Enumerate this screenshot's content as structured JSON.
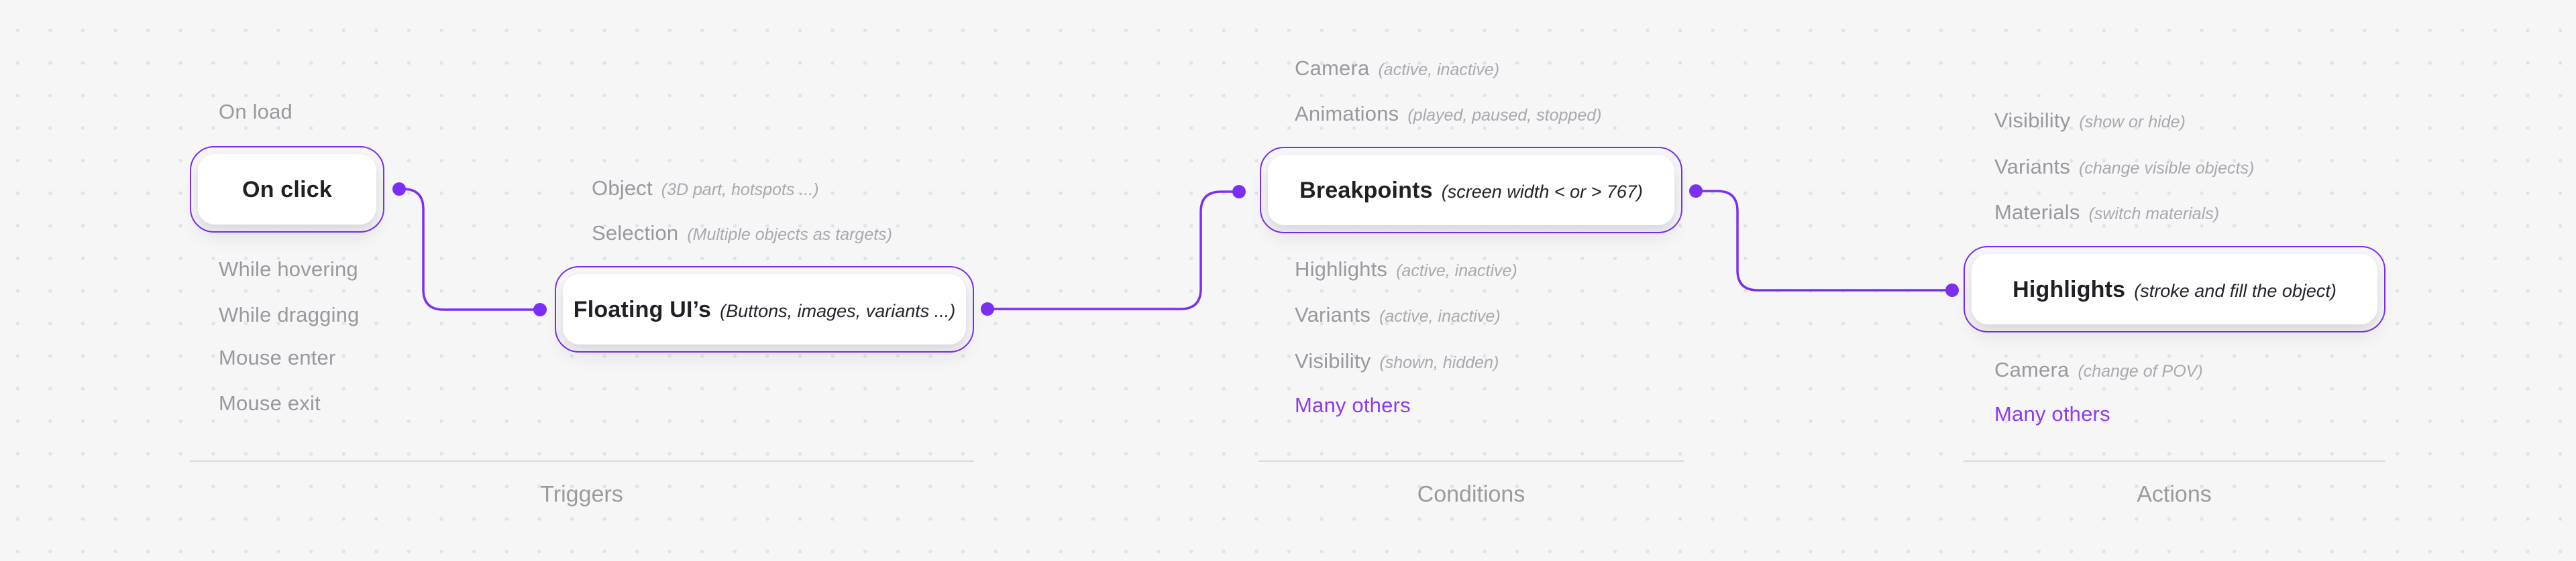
{
  "palette": {
    "background": "#f6f6f7",
    "grid_dot": "#e3e3e7",
    "accent": "#7b2ff2",
    "accent_text": "#8b3bf3",
    "muted_text": "#98989f",
    "muted_sub_text": "#a8a8af",
    "dark_text": "#1f1f24",
    "node_fill": "#ffffff",
    "divider": "#dbdbde"
  },
  "lists": {
    "trigger_events": [
      {
        "label": "On load"
      },
      {
        "label": "While hovering"
      },
      {
        "label": "While dragging"
      },
      {
        "label": "Mouse enter"
      },
      {
        "label": "Mouse exit"
      }
    ],
    "trigger_sources": [
      {
        "label": "Object",
        "sub": "(3D part, hotspots ...)"
      },
      {
        "label": "Selection",
        "sub": "(Multiple objects as targets)"
      }
    ],
    "conditions": [
      {
        "label": "Camera",
        "sub": "(active, inactive)"
      },
      {
        "label": "Animations",
        "sub": "(played, paused, stopped)"
      },
      {
        "label": "Highlights",
        "sub": "(active, inactive)"
      },
      {
        "label": "Variants",
        "sub": "(active, inactive)"
      },
      {
        "label": "Visibility",
        "sub": "(shown, hidden)"
      },
      {
        "label": "Many others"
      }
    ],
    "actions": [
      {
        "label": "Visibility",
        "sub": "(show or hide)"
      },
      {
        "label": "Variants",
        "sub": "(change visible objects)"
      },
      {
        "label": "Materials",
        "sub": "(switch materials)"
      },
      {
        "label": "Camera",
        "sub": "(change of POV)"
      },
      {
        "label": "Many others"
      }
    ]
  },
  "nodes": {
    "on_click": {
      "label": "On click"
    },
    "floating_uis": {
      "label": "Floating UI’s",
      "sub": "(Buttons, images, variants ...)"
    },
    "breakpoints": {
      "label": "Breakpoints",
      "sub": "(screen width < or > 767)"
    },
    "highlights": {
      "label": "Highlights",
      "sub": "(stroke and fill the object)"
    }
  },
  "connections": [
    {
      "from": "On click",
      "to": "Floating UI’s"
    },
    {
      "from": "Floating UI’s",
      "to": "Breakpoints"
    },
    {
      "from": "Breakpoints",
      "to": "Highlights"
    }
  ],
  "footer": {
    "labels": [
      "Triggers",
      "Conditions",
      "Actions"
    ]
  }
}
